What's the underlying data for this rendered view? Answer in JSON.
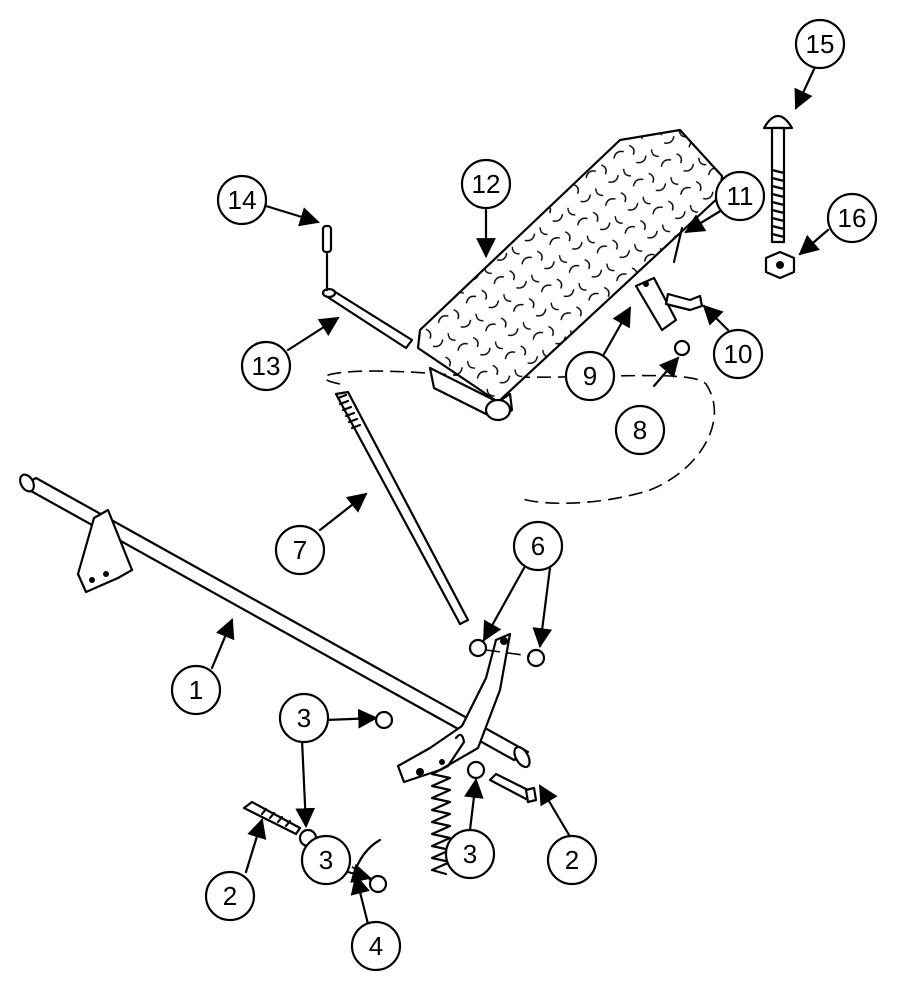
{
  "diagram": {
    "callouts": [
      {
        "id": "c1",
        "number": "1"
      },
      {
        "id": "c2a",
        "number": "2"
      },
      {
        "id": "c2b",
        "number": "2"
      },
      {
        "id": "c3a",
        "number": "3"
      },
      {
        "id": "c3b",
        "number": "3"
      },
      {
        "id": "c3c",
        "number": "3"
      },
      {
        "id": "c4",
        "number": "4"
      },
      {
        "id": "c6",
        "number": "6"
      },
      {
        "id": "c7",
        "number": "7"
      },
      {
        "id": "c8",
        "number": "8"
      },
      {
        "id": "c9",
        "number": "9"
      },
      {
        "id": "c10",
        "number": "10"
      },
      {
        "id": "c11",
        "number": "11"
      },
      {
        "id": "c12",
        "number": "12"
      },
      {
        "id": "c13",
        "number": "13"
      },
      {
        "id": "c14",
        "number": "14"
      },
      {
        "id": "c15",
        "number": "15"
      },
      {
        "id": "c16",
        "number": "16"
      }
    ]
  }
}
